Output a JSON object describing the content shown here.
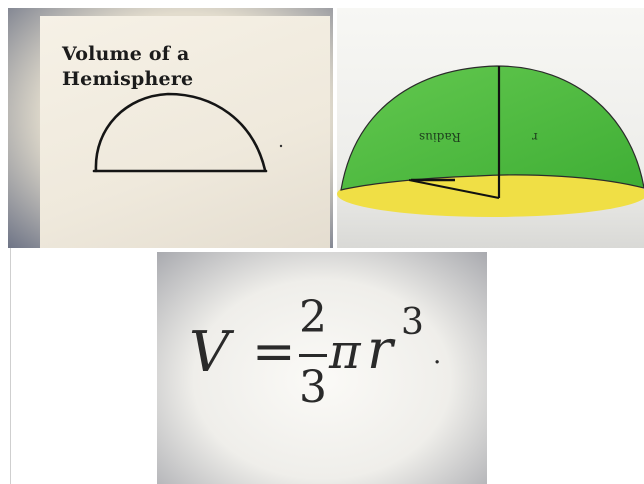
{
  "panels": {
    "drawing": {
      "title_line1": "Volume of a",
      "title_line2": "Hemisphere"
    },
    "model": {
      "radius_label": "Radius",
      "r_label": "r",
      "dome_color": "#4fbf3f",
      "base_color": "#f2e24a"
    },
    "formula": {
      "lhs": "V",
      "equals": "=",
      "numerator": "2",
      "denominator": "3",
      "pi": "π",
      "variable": "r",
      "exponent": "3",
      "trailing": "."
    }
  }
}
